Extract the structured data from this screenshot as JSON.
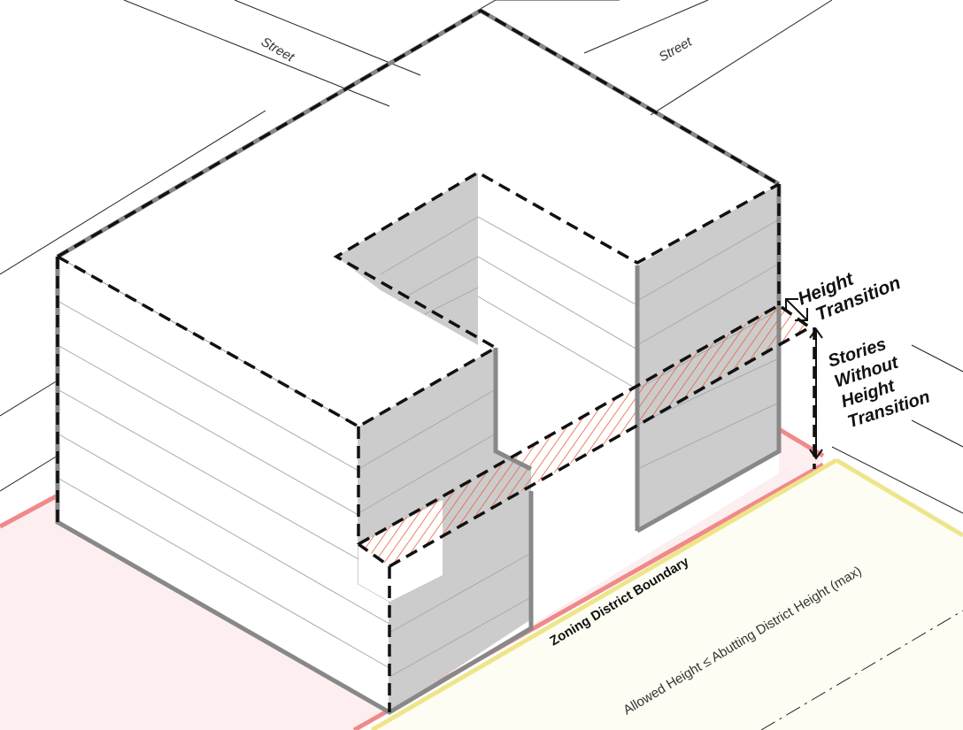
{
  "labels": {
    "street_left": "Street",
    "street_right": "Street",
    "height_transition": [
      "Height",
      "Transition"
    ],
    "stories_without": [
      "Stories",
      "Without",
      "Height",
      "Transition"
    ],
    "zoning_boundary": "Zoning District Boundary",
    "allowed_height": "Allowed Height ≤ Abutting District Height (max)"
  },
  "colors": {
    "pink_zone": "#fdeef0",
    "pink_edge": "#f08a8a",
    "cream_zone": "#fdfdf3",
    "yellow_edge": "#eee58a",
    "wall_shade": "#cccccc",
    "hatch": "#e8623c"
  }
}
